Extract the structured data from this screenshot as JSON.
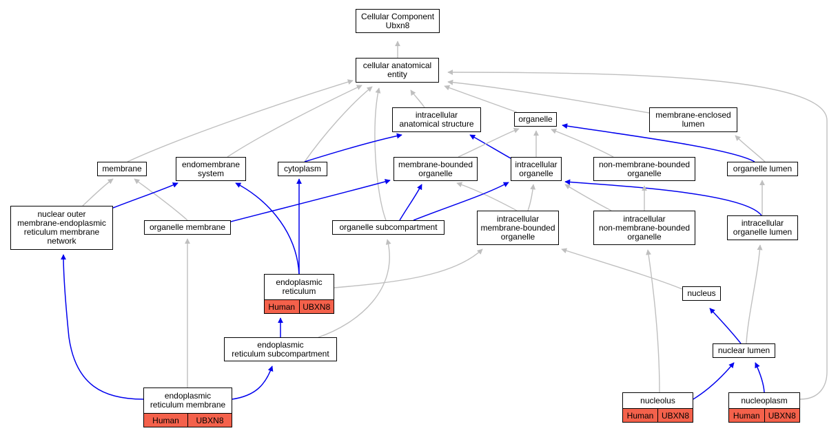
{
  "colors": {
    "is_a_edge": "#bfbfbf",
    "part_of_edge": "#0000ee",
    "annotation_cell": "#f4614b",
    "node_border": "#000000"
  },
  "nodes": [
    {
      "id": "cc",
      "label": "Cellular Component\nUbxn8"
    },
    {
      "id": "cae",
      "label": "cellular anatomical\nentity"
    },
    {
      "id": "ias",
      "label": "intracellular\nanatomical structure"
    },
    {
      "id": "org",
      "label": "organelle"
    },
    {
      "id": "mel",
      "label": "membrane-enclosed\nlumen"
    },
    {
      "id": "mem",
      "label": "membrane"
    },
    {
      "id": "ems",
      "label": "endomembrane\nsystem"
    },
    {
      "id": "cyt",
      "label": "cytoplasm"
    },
    {
      "id": "mbo",
      "label": "membrane-bounded\norganelle"
    },
    {
      "id": "io",
      "label": "intracellular\norganelle"
    },
    {
      "id": "nmbo",
      "label": "non-membrane-bounded\norganelle"
    },
    {
      "id": "ol",
      "label": "organelle lumen"
    },
    {
      "id": "nom",
      "label": "nuclear outer\nmembrane-endoplasmic\nreticulum membrane\nnetwork"
    },
    {
      "id": "om",
      "label": "organelle membrane"
    },
    {
      "id": "osc",
      "label": "organelle subcompartment"
    },
    {
      "id": "imbo",
      "label": "intracellular\nmembrane-bounded\norganelle"
    },
    {
      "id": "inmbo",
      "label": "intracellular\nnon-membrane-bounded\norganelle"
    },
    {
      "id": "iol",
      "label": "intracellular\norganelle lumen"
    },
    {
      "id": "er",
      "label": "endoplasmic\nreticulum",
      "annotation": [
        "Human",
        "UBXN8"
      ]
    },
    {
      "id": "nuc",
      "label": "nucleus"
    },
    {
      "id": "ersc",
      "label": "endoplasmic\nreticulum subcompartment"
    },
    {
      "id": "nl",
      "label": "nuclear lumen"
    },
    {
      "id": "erm",
      "label": "endoplasmic\nreticulum membrane",
      "annotation": [
        "Human",
        "UBXN8"
      ]
    },
    {
      "id": "nucleolus",
      "label": "nucleolus",
      "annotation": [
        "Human",
        "UBXN8"
      ]
    },
    {
      "id": "nucleoplasm",
      "label": "nucleoplasm",
      "annotation": [
        "Human",
        "UBXN8"
      ]
    }
  ],
  "edges": [
    {
      "from": "cae",
      "to": "cc",
      "type": "is_a"
    },
    {
      "from": "ias",
      "to": "cae",
      "type": "is_a"
    },
    {
      "from": "org",
      "to": "cae",
      "type": "is_a"
    },
    {
      "from": "mel",
      "to": "cae",
      "type": "is_a"
    },
    {
      "from": "mem",
      "to": "cae",
      "type": "is_a"
    },
    {
      "from": "ems",
      "to": "cae",
      "type": "is_a"
    },
    {
      "from": "cyt",
      "to": "cae",
      "type": "is_a"
    },
    {
      "from": "osc",
      "to": "cae",
      "type": "is_a"
    },
    {
      "from": "nucleoplasm",
      "to": "cae",
      "type": "is_a"
    },
    {
      "from": "cyt",
      "to": "ias",
      "type": "part_of"
    },
    {
      "from": "io",
      "to": "ias",
      "type": "part_of"
    },
    {
      "from": "mbo",
      "to": "org",
      "type": "is_a"
    },
    {
      "from": "io",
      "to": "org",
      "type": "is_a"
    },
    {
      "from": "nmbo",
      "to": "org",
      "type": "is_a"
    },
    {
      "from": "ol",
      "to": "org",
      "type": "part_of"
    },
    {
      "from": "ol",
      "to": "mel",
      "type": "is_a"
    },
    {
      "from": "nom",
      "to": "mem",
      "type": "is_a"
    },
    {
      "from": "om",
      "to": "mem",
      "type": "is_a"
    },
    {
      "from": "nom",
      "to": "ems",
      "type": "part_of"
    },
    {
      "from": "er",
      "to": "ems",
      "type": "part_of"
    },
    {
      "from": "er",
      "to": "cyt",
      "type": "part_of"
    },
    {
      "from": "om",
      "to": "mbo",
      "type": "part_of"
    },
    {
      "from": "osc",
      "to": "mbo",
      "type": "part_of"
    },
    {
      "from": "imbo",
      "to": "mbo",
      "type": "is_a"
    },
    {
      "from": "osc",
      "to": "io",
      "type": "part_of"
    },
    {
      "from": "imbo",
      "to": "io",
      "type": "is_a"
    },
    {
      "from": "inmbo",
      "to": "io",
      "type": "is_a"
    },
    {
      "from": "iol",
      "to": "io",
      "type": "part_of"
    },
    {
      "from": "inmbo",
      "to": "nmbo",
      "type": "is_a"
    },
    {
      "from": "iol",
      "to": "ol",
      "type": "is_a"
    },
    {
      "from": "er",
      "to": "imbo",
      "type": "is_a"
    },
    {
      "from": "nuc",
      "to": "imbo",
      "type": "is_a"
    },
    {
      "from": "ersc",
      "to": "er",
      "type": "part_of"
    },
    {
      "from": "ersc",
      "to": "osc",
      "type": "is_a"
    },
    {
      "from": "nl",
      "to": "nuc",
      "type": "part_of"
    },
    {
      "from": "nl",
      "to": "iol",
      "type": "is_a"
    },
    {
      "from": "erm",
      "to": "nom",
      "type": "part_of"
    },
    {
      "from": "erm",
      "to": "om",
      "type": "is_a"
    },
    {
      "from": "erm",
      "to": "ersc",
      "type": "part_of"
    },
    {
      "from": "nucleolus",
      "to": "inmbo",
      "type": "is_a"
    },
    {
      "from": "nucleolus",
      "to": "nl",
      "type": "part_of"
    },
    {
      "from": "nucleoplasm",
      "to": "nl",
      "type": "part_of"
    }
  ]
}
